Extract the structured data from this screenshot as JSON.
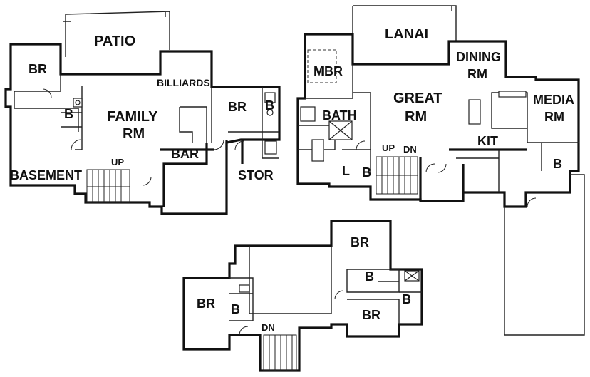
{
  "labels": {
    "patio": "PATIO",
    "br_lower_left": "BR",
    "billiards": "BILLIARDS",
    "family_rm_1": "FAMILY",
    "family_rm_2": "RM",
    "br_lower_right": "BR",
    "b_lower_left": "B",
    "b_lower_right": "B",
    "basement": "BASEMENT",
    "up_lower": "UP",
    "bar": "BAR",
    "stor": "STOR",
    "lanai": "LANAI",
    "mbr": "MBR",
    "dining_1": "DINING",
    "dining_2": "RM",
    "great_rm_1": "GREAT",
    "great_rm_2": "RM",
    "media_1": "MEDIA",
    "media_2": "RM",
    "bath": "BATH",
    "kit": "KIT",
    "up_main": "UP",
    "dn_main": "DN",
    "l_main": "L",
    "b_main": "B",
    "b_main_right": "B",
    "br_upper_top": "BR",
    "br_upper_left": "BR",
    "b_upper_left": "B",
    "b_upper_center": "B",
    "b_upper_right": "B",
    "br_upper_right": "BR",
    "dn_upper": "DN"
  }
}
